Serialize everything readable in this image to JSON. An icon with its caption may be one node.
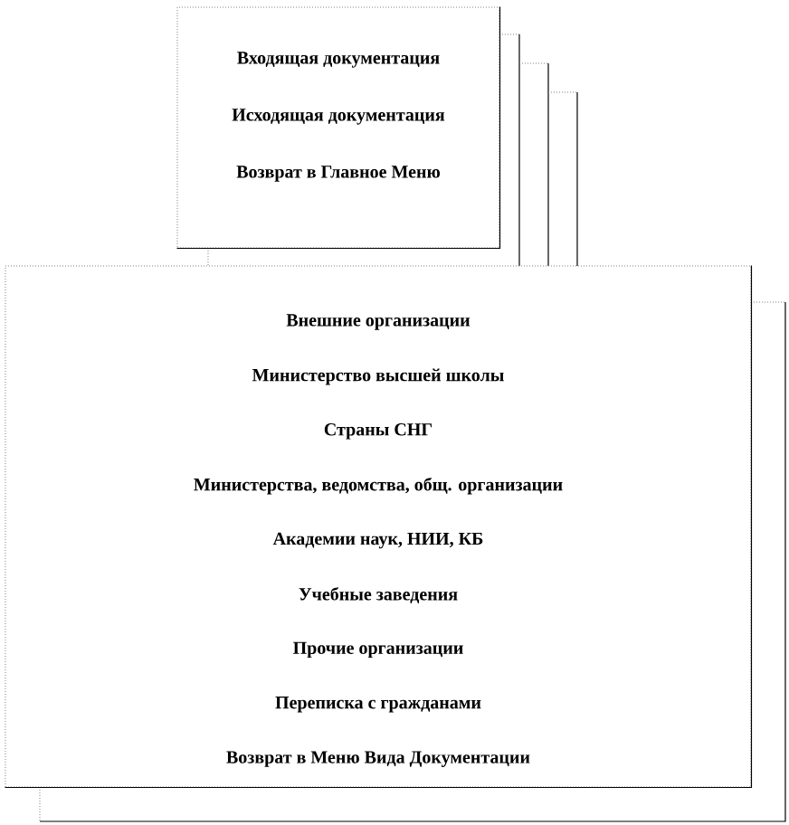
{
  "diagram": {
    "nodes": [
      {
        "text": [
          "Входящая документация",
          "Исходящая документация",
          "Возврат в Главное Меню"
        ]
      },
      {
        "text": [
          "Внешние организации",
          "Министерство высшей школы",
          "Страны СНГ",
          "Министерства, ведомства, общ. организации",
          "Академии наук, НИИ, КБ",
          "Учебные заведения",
          "Прочие организации",
          "Переписка с гражданами",
          "Возврат в Меню Вида Документации"
        ]
      }
    ]
  }
}
